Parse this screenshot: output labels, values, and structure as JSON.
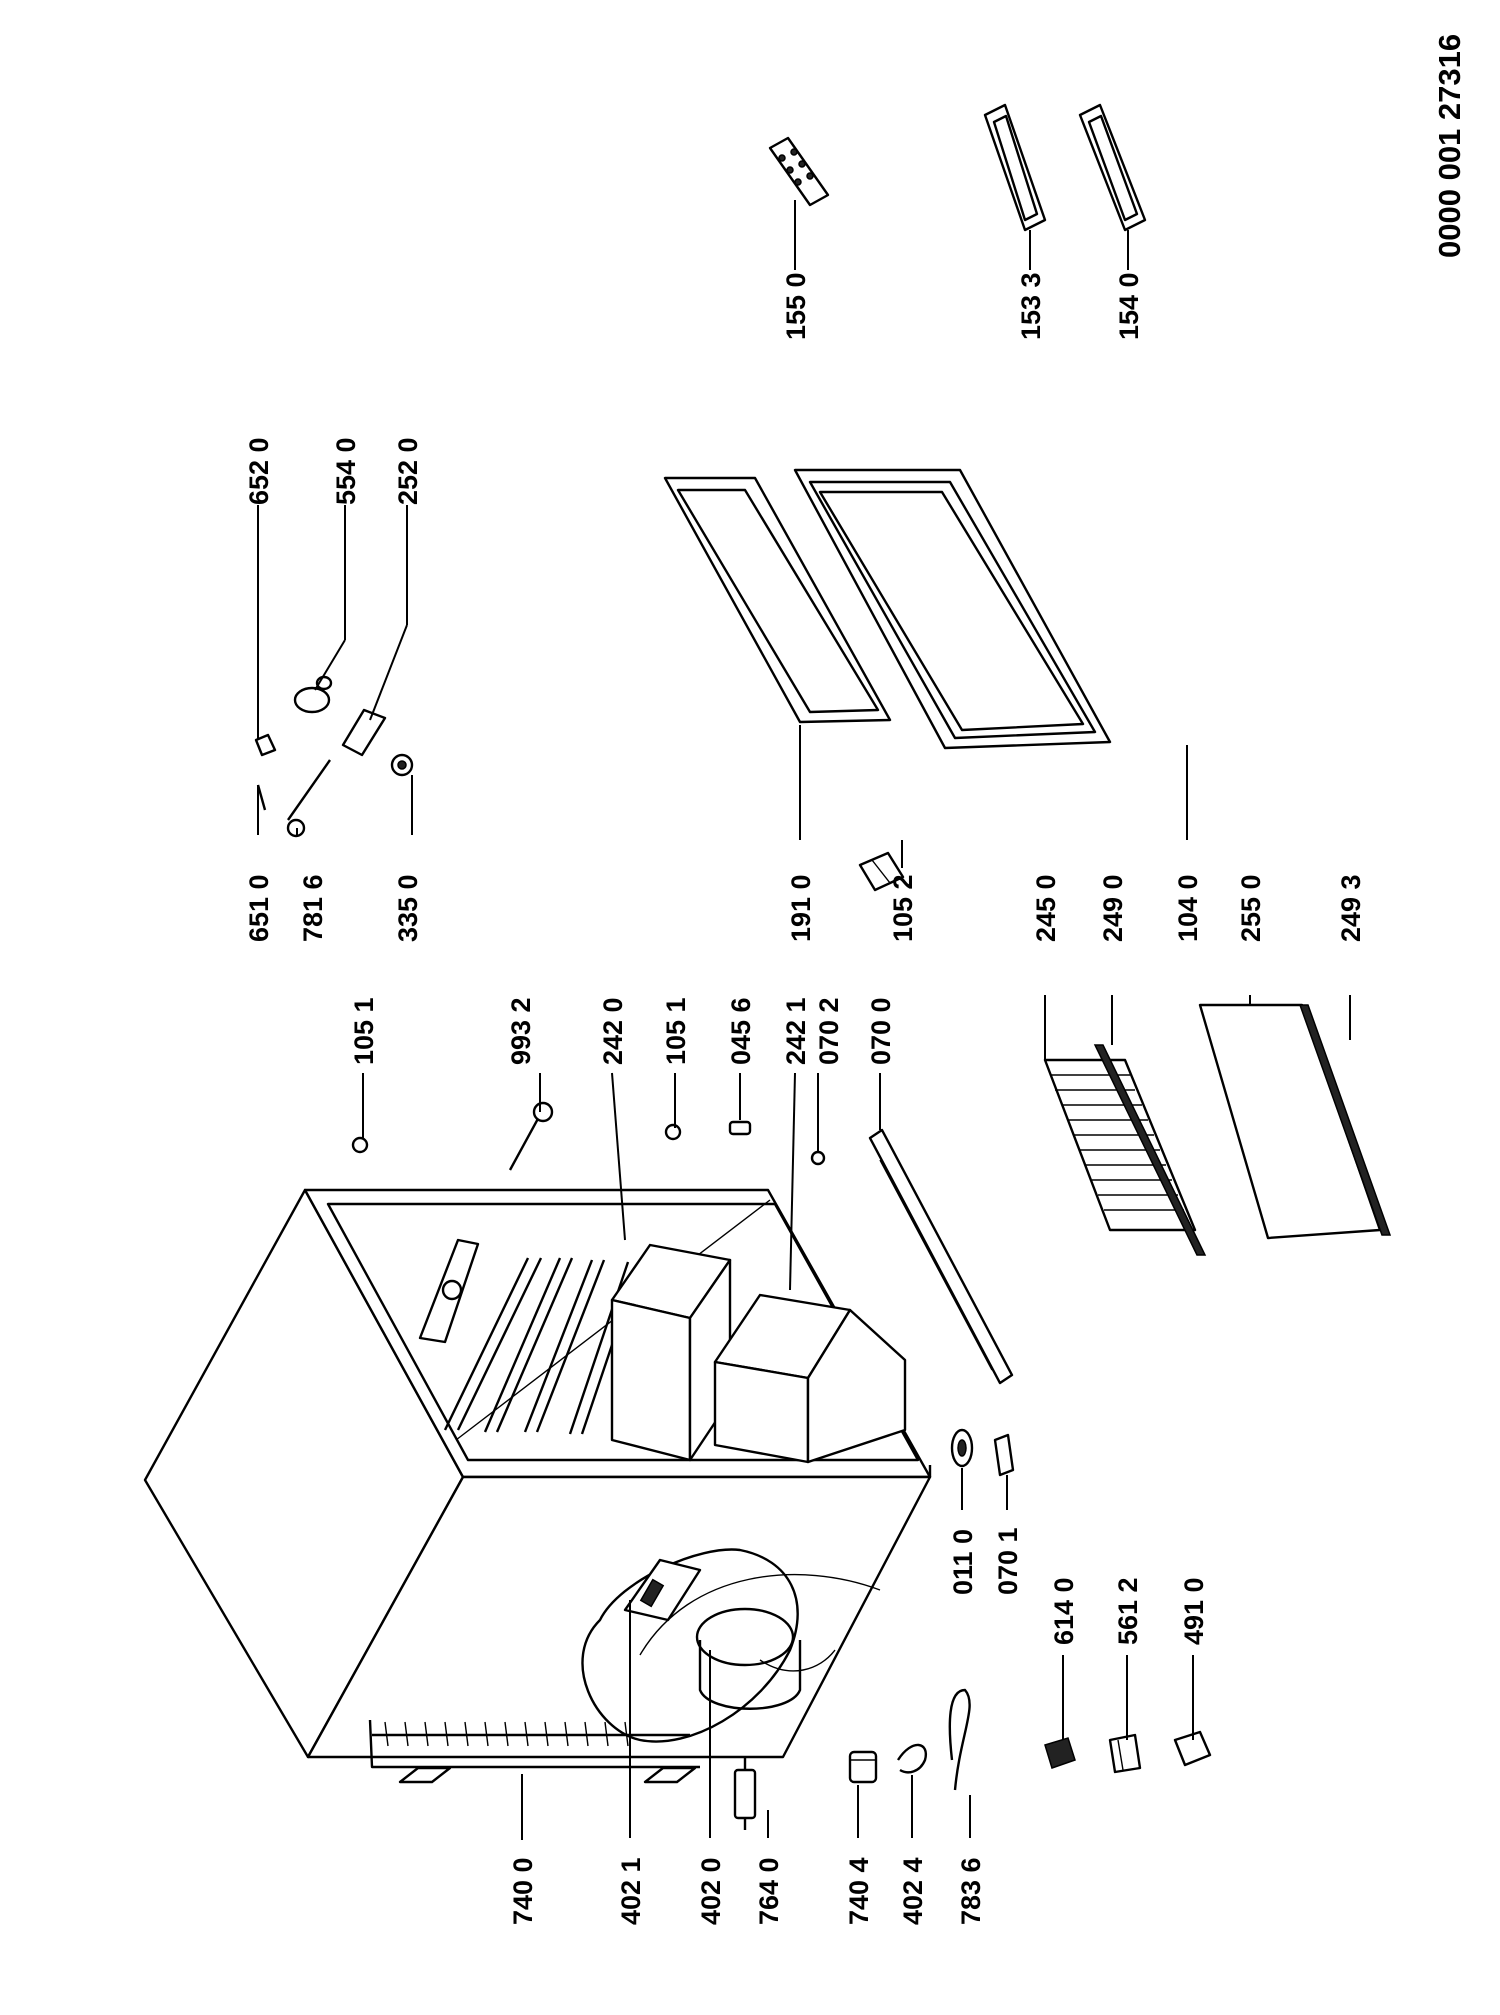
{
  "drawing": {
    "document_number": "0000 001 27316",
    "part_numbers": {
      "p7400": "740 0",
      "p4021": "402 1",
      "p4020": "402 0",
      "p7640": "764 0",
      "p7404": "740 4",
      "p4024": "402 4",
      "p7836": "783 6",
      "p6140": "614 0",
      "p5612": "561 2",
      "p4910": "491 0",
      "p0110": "011 0",
      "p0701": "070 1",
      "p1051a": "105 1",
      "p9932": "993 2",
      "p2420": "242 0",
      "p1051b": "105 1",
      "p0456": "045 6",
      "p2421": "242 1",
      "p0702": "070 2",
      "p0700": "070 0",
      "p6510": "651 0",
      "p7816": "781 6",
      "p3350": "335 0",
      "p6520": "652 0",
      "p5540": "554 0",
      "p2520": "252 0",
      "p1910": "191 0",
      "p1052": "105 2",
      "p2450": "245 0",
      "p2490": "249 0",
      "p1040": "104 0",
      "p2550": "255 0",
      "p2493": "249 3",
      "p1550": "155 0",
      "p1533": "153 3",
      "p1540": "154 0"
    }
  }
}
